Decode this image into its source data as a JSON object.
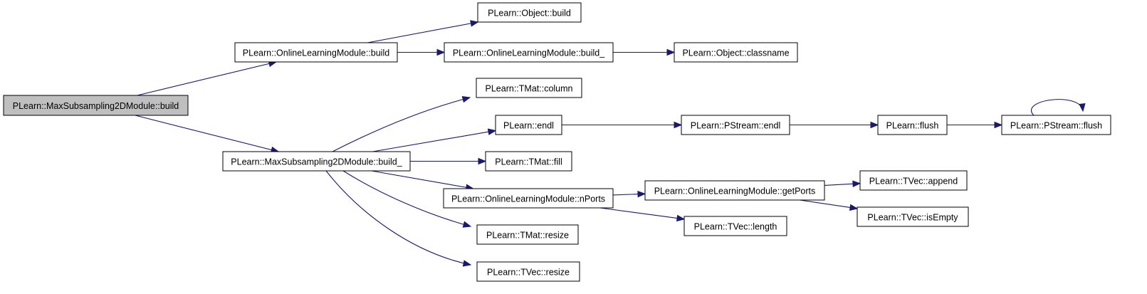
{
  "colors": {
    "edge": "#191970",
    "root_fill": "#bfbfbf",
    "node_fill": "#ffffff",
    "node_border": "#000000"
  },
  "nodes": [
    {
      "id": "n0",
      "label": "PLearn::MaxSubsampling2DModule::build",
      "root": true
    },
    {
      "id": "n1",
      "label": "PLearn::OnlineLearningModule::build"
    },
    {
      "id": "n2",
      "label": "PLearn::MaxSubsampling2DModule::build_"
    },
    {
      "id": "n3",
      "label": "PLearn::Object::build"
    },
    {
      "id": "n4",
      "label": "PLearn::OnlineLearningModule::build_"
    },
    {
      "id": "n5",
      "label": "PLearn::Object::classname"
    },
    {
      "id": "n6",
      "label": "PLearn::TMat::column"
    },
    {
      "id": "n7",
      "label": "PLearn::endl"
    },
    {
      "id": "n8",
      "label": "PLearn::PStream::endl"
    },
    {
      "id": "n9",
      "label": "PLearn::flush"
    },
    {
      "id": "n10",
      "label": "PLearn::PStream::flush"
    },
    {
      "id": "n11",
      "label": "PLearn::TMat::fill"
    },
    {
      "id": "n12",
      "label": "PLearn::OnlineLearningModule::nPorts"
    },
    {
      "id": "n13",
      "label": "PLearn::OnlineLearningModule::getPorts"
    },
    {
      "id": "n14",
      "label": "PLearn::TVec::append"
    },
    {
      "id": "n15",
      "label": "PLearn::TVec::isEmpty"
    },
    {
      "id": "n16",
      "label": "PLearn::TVec::length"
    },
    {
      "id": "n17",
      "label": "PLearn::TMat::resize"
    },
    {
      "id": "n18",
      "label": "PLearn::TVec::resize"
    }
  ],
  "edges": [
    [
      "n0",
      "n1"
    ],
    [
      "n0",
      "n2"
    ],
    [
      "n1",
      "n3"
    ],
    [
      "n1",
      "n4"
    ],
    [
      "n4",
      "n5"
    ],
    [
      "n2",
      "n6"
    ],
    [
      "n2",
      "n7"
    ],
    [
      "n2",
      "n11"
    ],
    [
      "n2",
      "n12"
    ],
    [
      "n2",
      "n17"
    ],
    [
      "n2",
      "n18"
    ],
    [
      "n7",
      "n8"
    ],
    [
      "n8",
      "n9"
    ],
    [
      "n9",
      "n10"
    ],
    [
      "n10",
      "n10"
    ],
    [
      "n12",
      "n13"
    ],
    [
      "n12",
      "n16"
    ],
    [
      "n13",
      "n14"
    ],
    [
      "n13",
      "n15"
    ]
  ]
}
